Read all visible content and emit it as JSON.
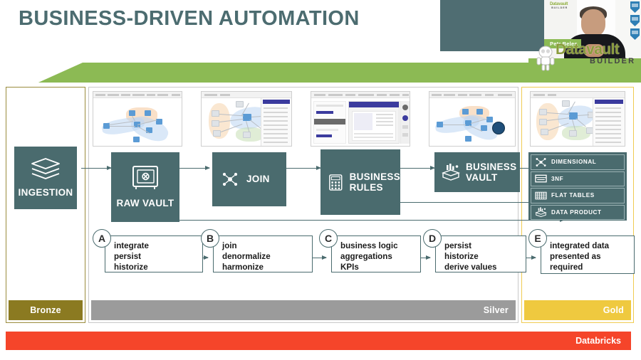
{
  "slide": {
    "title": "BUSINESS-DRIVEN AUTOMATION"
  },
  "video": {
    "speaker_name": "Petr Beles",
    "overlay_logo": {
      "brand": "Datavault",
      "sub": "BUILDER"
    },
    "corner_logo": {
      "brand": "Datavault",
      "sub": "BUILDER"
    },
    "badge_count": 3,
    "badge_icon": "shield-badge-icon"
  },
  "colors": {
    "teal": "#4a6b6e",
    "title_teal": "#4c6c70",
    "green": "#8cba54",
    "bronze": "#8b7a21",
    "silver": "#9b9b9b",
    "gold": "#efc93f",
    "databricks_red": "#f5452a",
    "bronze_border": "#9a8c3d",
    "silver_border": "#c9c9c9",
    "gold_border": "#f0cb52"
  },
  "columns": [
    {
      "id": "bronze",
      "footer_label": "Bronze"
    },
    {
      "id": "silver",
      "footer_label": "Silver"
    },
    {
      "id": "gold",
      "footer_label": "Gold"
    }
  ],
  "platform_bar": {
    "label": "Databricks"
  },
  "process_boxes": [
    {
      "id": "ingestion",
      "label": "INGESTION",
      "icon": "layers-stack-icon",
      "layout": "centered"
    },
    {
      "id": "raw-vault",
      "label": "RAW VAULT",
      "icon": "safe-vault-icon",
      "layout": "centered"
    },
    {
      "id": "join",
      "label": "JOIN",
      "icon": "node-cluster-icon",
      "layout": "inline"
    },
    {
      "id": "business-rules",
      "label": "BUSINESS\nRULES",
      "icon": "calculator-icon",
      "layout": "inline"
    },
    {
      "id": "business-vault",
      "label": "BUSINESS\nVAULT",
      "icon": "data-product-icon",
      "layout": "inline"
    }
  ],
  "gold_outputs": [
    {
      "id": "dimensional",
      "label": "DIMENSIONAL",
      "icon": "node-cluster-icon"
    },
    {
      "id": "3nf",
      "label": "3NF",
      "icon": "table-outline-icon"
    },
    {
      "id": "flat-tables",
      "label": "FLAT TABLES",
      "icon": "grid-table-icon"
    },
    {
      "id": "data-product",
      "label": "DATA PRODUCT",
      "icon": "data-product-icon"
    }
  ],
  "steps": [
    {
      "letter": "A",
      "text": "integrate\npersist\nhistorize"
    },
    {
      "letter": "B",
      "text": "join\ndenormalize\nharmonize"
    },
    {
      "letter": "C",
      "text": "business logic\naggregations\nKPIs"
    },
    {
      "letter": "D",
      "text": "persist\nhistorize\nderive values"
    },
    {
      "letter": "E",
      "text": "integrated data\npresented as\nrequired"
    }
  ],
  "thumbnails": [
    {
      "id": "thumb-1",
      "kind": "graph-browser-screenshot"
    },
    {
      "id": "thumb-2",
      "kind": "graph-cluster-screenshot"
    },
    {
      "id": "thumb-3",
      "kind": "table-editor-screenshot"
    },
    {
      "id": "thumb-4",
      "kind": "graph-browser-screenshot"
    },
    {
      "id": "thumb-5",
      "kind": "graph-cluster-panel-screenshot"
    }
  ]
}
